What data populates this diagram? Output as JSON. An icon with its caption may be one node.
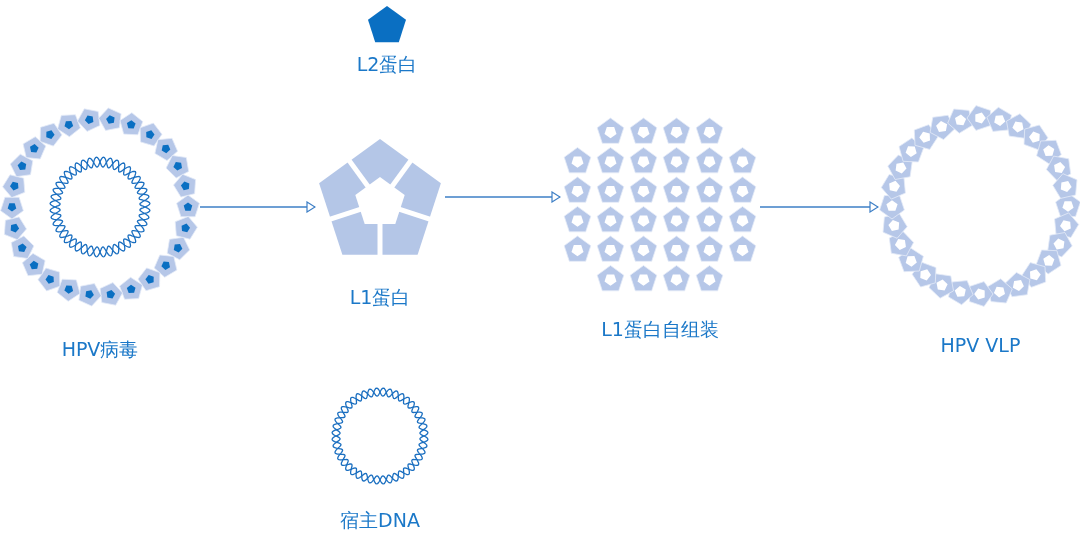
{
  "diagram": {
    "nodes": [
      {
        "text": [
          "HPV病毒"
        ]
      },
      {
        "text": [
          "L2蛋白"
        ]
      },
      {
        "text": [
          "L1蛋白"
        ]
      },
      {
        "text": [
          "宿主DNA"
        ]
      },
      {
        "text": [
          "L1蛋白自组装"
        ]
      },
      {
        "text": [
          "HPV VLP"
        ]
      }
    ],
    "edges": [
      {
        "from": 0,
        "to": 2,
        "arrow": "to"
      },
      {
        "from": 2,
        "to": 4,
        "arrow": "to"
      },
      {
        "from": 4,
        "to": 5,
        "arrow": "to"
      }
    ]
  }
}
